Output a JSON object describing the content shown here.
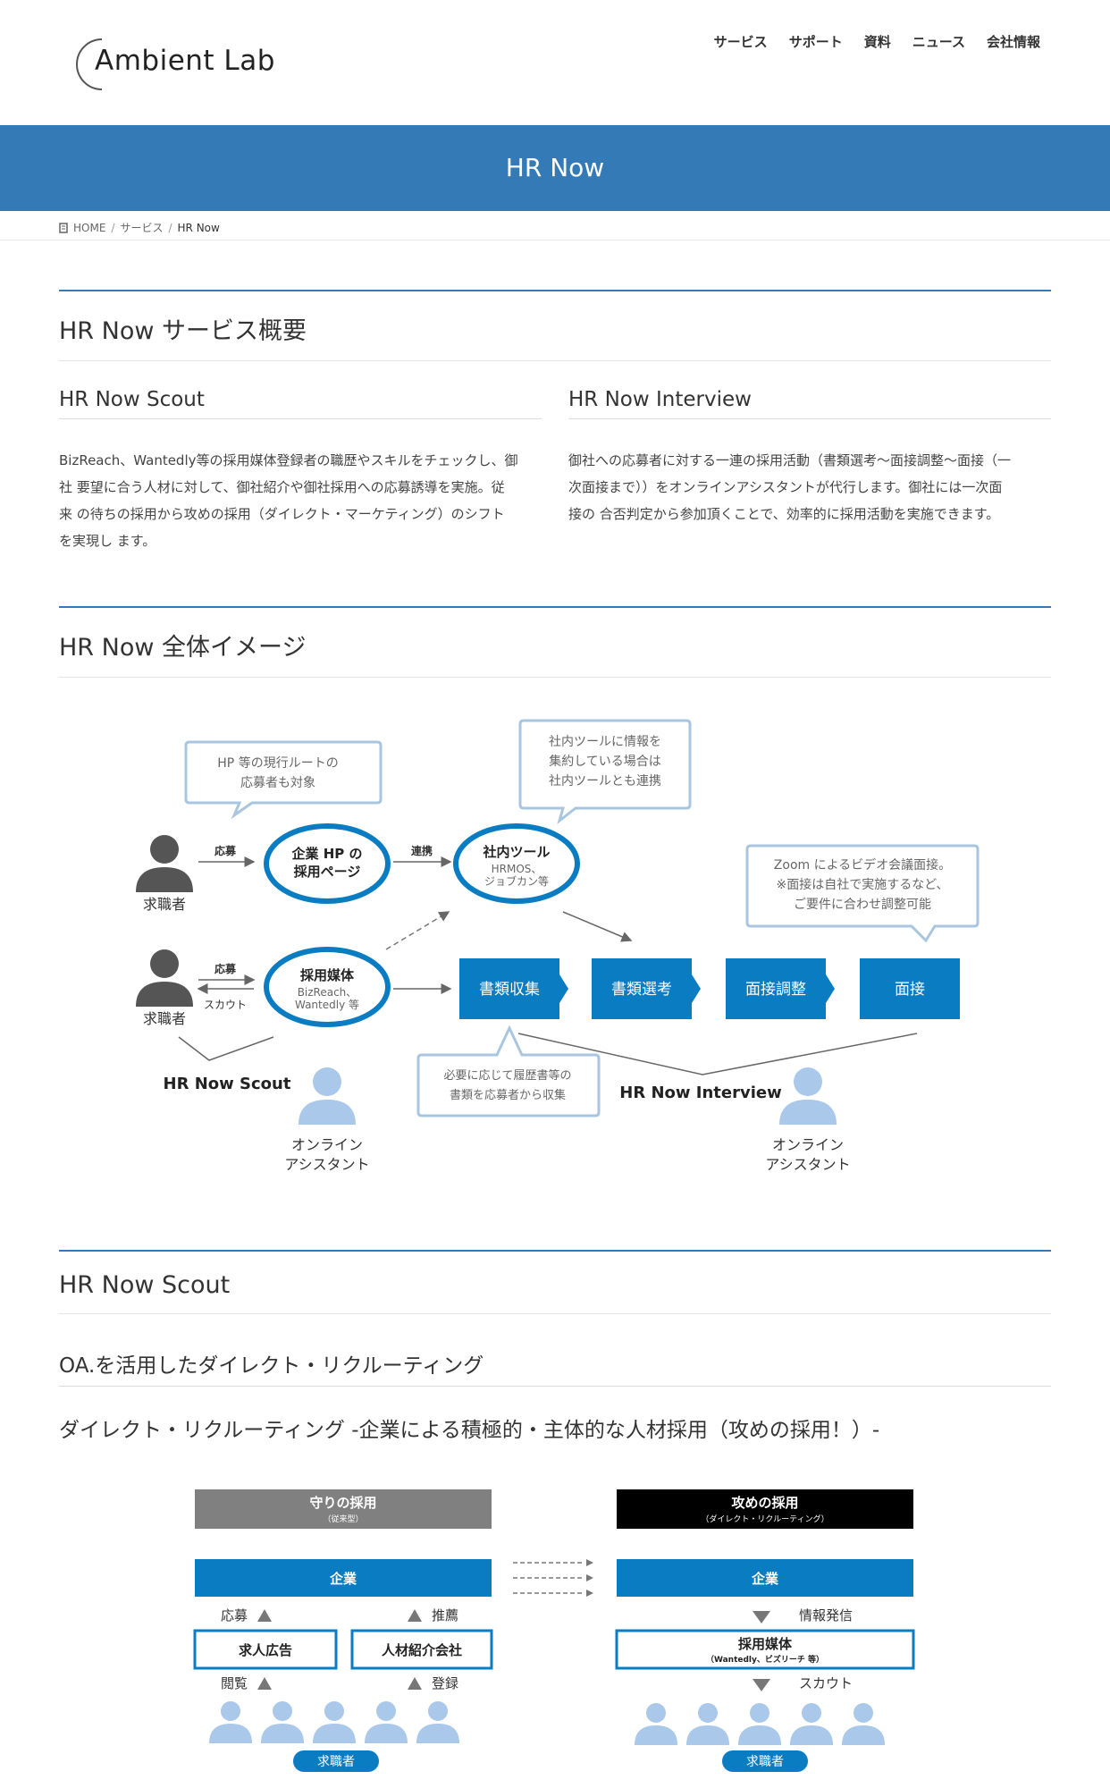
{
  "brand": {
    "logo_text": "Ambient Lab"
  },
  "nav": [
    "サービス",
    "サポート",
    "資料",
    "ニュース",
    "会社情報"
  ],
  "banner": {
    "title": "HR Now"
  },
  "breadcrumb": {
    "home": "HOME",
    "service": "サービス",
    "current": "HR Now"
  },
  "overview": {
    "title": "HR Now サービス概要",
    "scout": {
      "title": "HR Now Scout",
      "lines": [
        "BizReach、Wantedly等の採用媒体登録者の職歴やスキルをチェックし、御",
        "社 要望に合う人材に対して、御社紹介や御社採用への応募誘導を実施。従",
        "来 の待ちの採用から攻めの採用（ダイレクト・マーケティング）のシフト",
        "を実現し ます。"
      ]
    },
    "interview": {
      "title": "HR Now Interview",
      "lines": [
        "御社への応募者に対する一連の採用活動（書類選考〜面接調整〜面接（一",
        "次面接まで））をオンラインアシスタントが代行します。御社には一次面",
        "接の 合否判定から参加頂くことで、効率的に採用活動を実施できます。"
      ]
    }
  },
  "image_section": {
    "title": "HR Now 全体イメージ"
  },
  "diagram1": {
    "bubble_hp": [
      "HP 等の現行ルートの",
      "応募者も対象"
    ],
    "bubble_tool": [
      "社内ツールに情報を",
      "集約している場合は",
      "社内ツールとも連携"
    ],
    "bubble_zoom": [
      "Zoom によるビデオ会議面接。",
      "※面接は自社で実施するなど、",
      "ご要件に合わせ調整可能"
    ],
    "bubble_docs": [
      "必要に応じて履歴書等の",
      "書類を応募者から収集"
    ],
    "seeker": "求職者",
    "apply": "応募",
    "scout_label": "スカウト",
    "link": "連携",
    "hp_page": [
      "企業 HP の",
      "採用ページ"
    ],
    "tool": [
      "社内ツール",
      "HRMOS、",
      "ジョブカン等"
    ],
    "media": [
      "採用媒体",
      "BizReach、",
      "Wantedly 等"
    ],
    "steps": [
      "書類収集",
      "書類選考",
      "面接調整",
      "面接"
    ],
    "scout_title": "HR Now Scout",
    "interview_title": "HR Now Interview",
    "assistant": [
      "オンライン",
      "アシスタント"
    ]
  },
  "scout_section": {
    "title": "HR Now Scout",
    "subtitle": "OA.を活用したダイレクト・リクルーティング",
    "lead": "ダイレクト・リクルーティング -企業による積極的・主体的な人材採用（攻めの採用！）-"
  },
  "diagram2": {
    "left_head": "守りの採用",
    "left_sub": "（従来型）",
    "right_head": "攻めの採用",
    "right_sub": "（ダイレクト・リクルーティング）",
    "company": "企業",
    "apply": "応募",
    "recommend": "推薦",
    "job_ad": "求人広告",
    "agency": "人材紹介会社",
    "browse": "閲覧",
    "register": "登録",
    "seeker": "求職者",
    "info": "情報発信",
    "media": "採用媒体",
    "media_sub": "（Wantedly、ビズリーチ 等）",
    "scout": "スカウト"
  },
  "colors": {
    "accent": "#337ab7",
    "diagram_blue": "#0a7cc2",
    "bubble_border": "#a9c6e0",
    "person": "#a9c8ea"
  }
}
